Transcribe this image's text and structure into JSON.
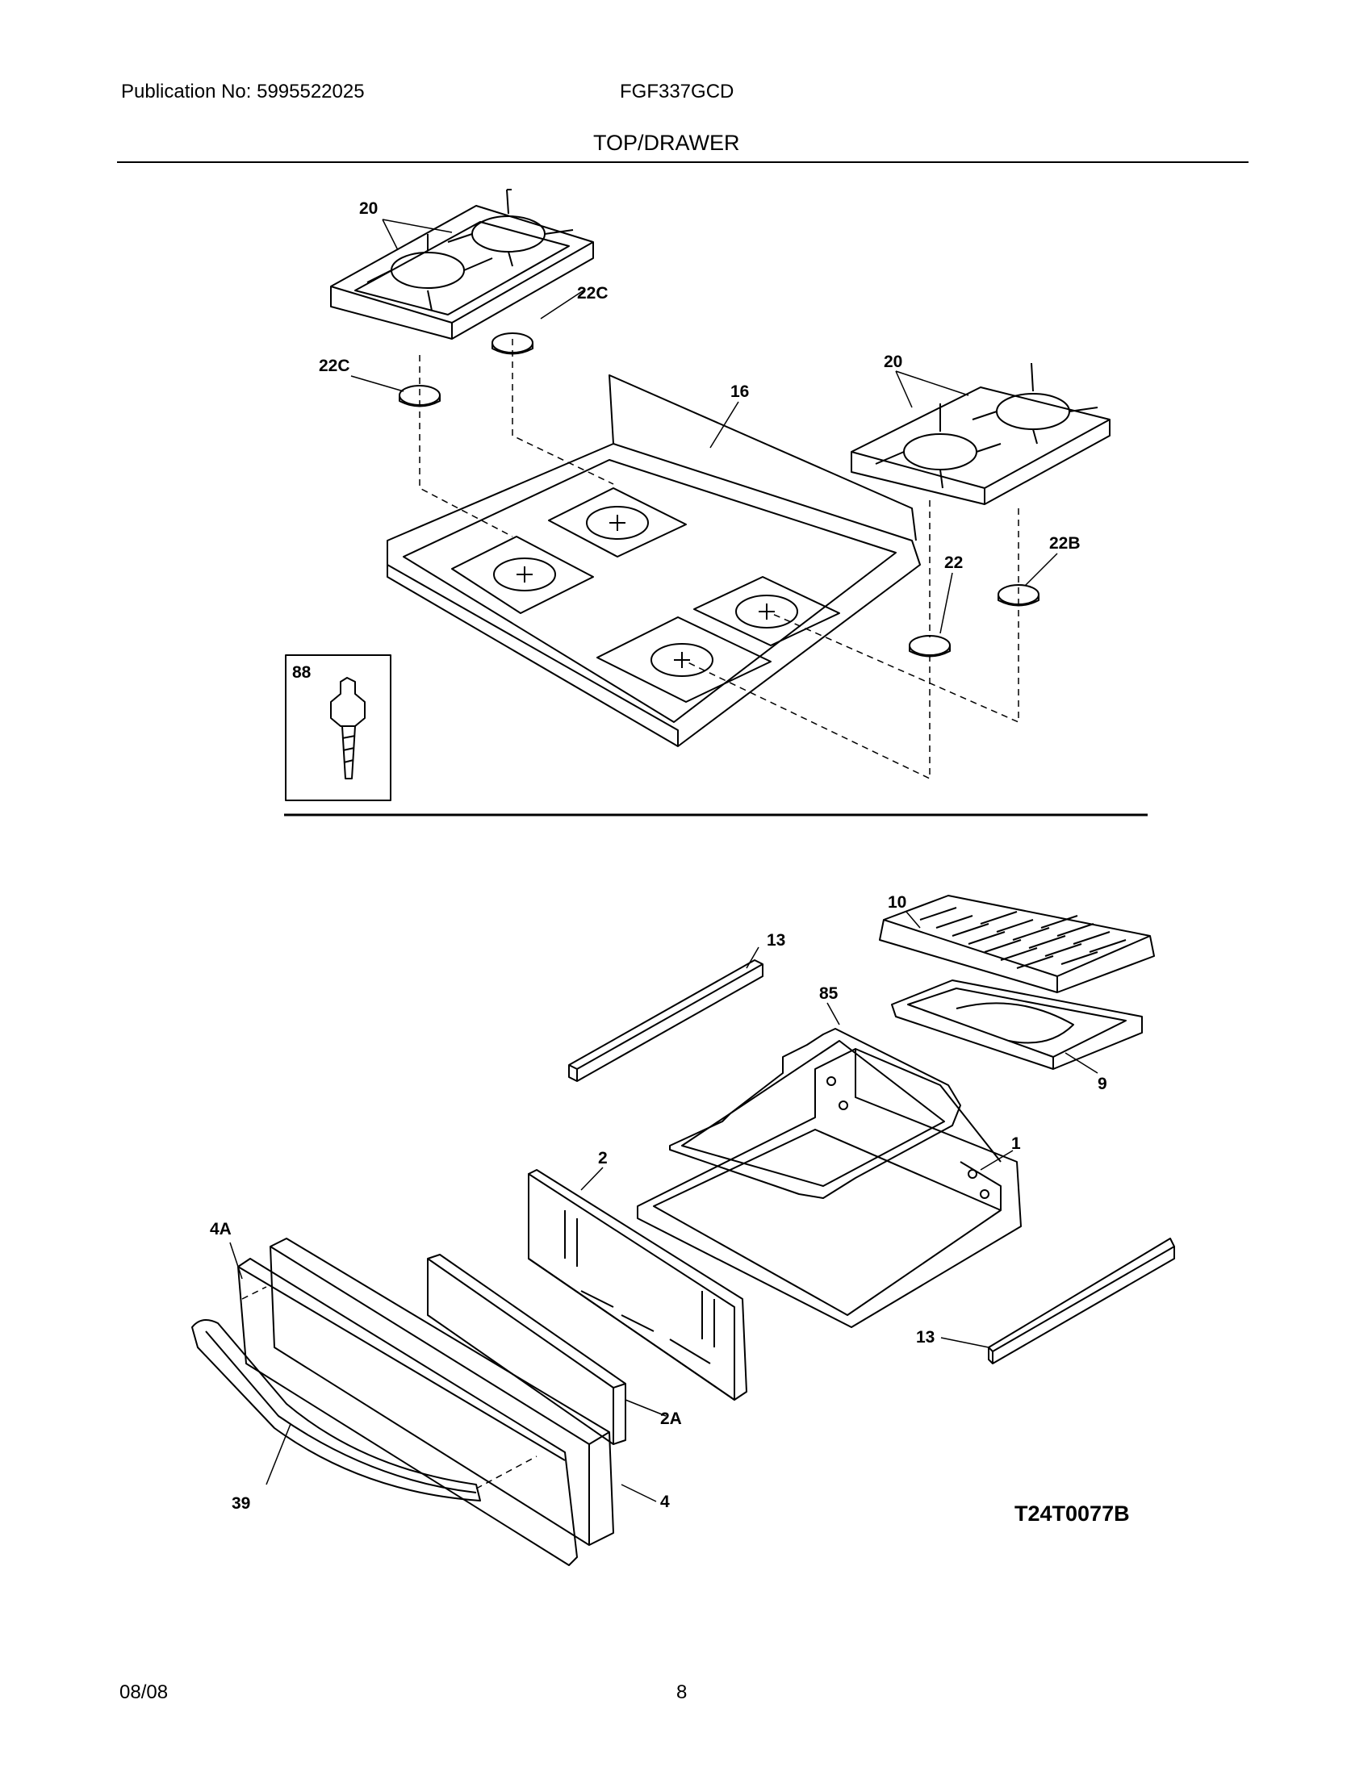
{
  "header": {
    "publication": "Publication No: 5995522025",
    "model": "FGF337GCD",
    "section_title": "TOP/DRAWER"
  },
  "diagram": {
    "code": "T24T0077B",
    "callouts": {
      "grate_left": "20",
      "cap_left_back": "22C",
      "cap_left_front": "22C",
      "cooktop": "16",
      "grate_right": "20",
      "cap_right_front": "22",
      "cap_right_back": "22B",
      "screw": "88",
      "broiler_insert": "10",
      "rail_top": "13",
      "rack": "85",
      "broiler_pan": "9",
      "drawer_back": "2",
      "drawer_body": "1",
      "drawer_front_outer": "4A",
      "rail_bottom": "13",
      "panel_insert": "2A",
      "handle": "39",
      "drawer_front": "4"
    }
  },
  "footer": {
    "date": "08/08",
    "page": "8"
  }
}
